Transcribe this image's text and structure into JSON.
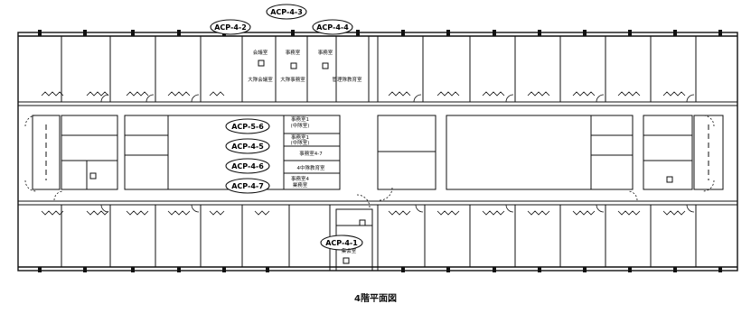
{
  "labels": {
    "acp_4_2": "ACP-4-2",
    "acp_4_3": "ACP-4-3",
    "acp_4_4": "ACP-4-4",
    "acp_5_6": "ACP-5-6",
    "acp_4_5": "ACP-4-5",
    "acp_4_6": "ACP-4-6",
    "acp_4_7": "ACP-4-7",
    "acp_4_1": "ACP-4-1"
  },
  "rooms": {
    "meeting_room": "会議室",
    "office_a": "事務室",
    "office_b": "事務室",
    "large_meeting_room": "大隊会議室",
    "large_office": "大隊事務室",
    "admin_office": "管理隊教育室",
    "office_c1": "事務室1",
    "office_c2": "(中隊室)",
    "office_d1": "事務室1",
    "office_d2": "(中隊室)",
    "office_e": "事務室4-7",
    "edu_room": "4中隊教育室",
    "office_f1": "事務室4",
    "office_f2": "業務室",
    "large_room": "集会室"
  },
  "caption": "4階平面図"
}
